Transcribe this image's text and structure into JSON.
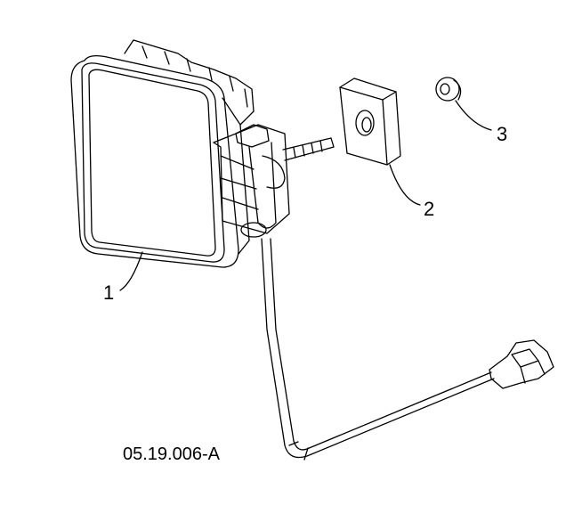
{
  "figure_code": "05.19.006-A",
  "callouts": [
    {
      "number": "1",
      "part": "work-light"
    },
    {
      "number": "2",
      "part": "clamp-nut-block"
    },
    {
      "number": "3",
      "part": "washer"
    }
  ],
  "colors": {
    "line": "#000000",
    "background": "#ffffff"
  }
}
